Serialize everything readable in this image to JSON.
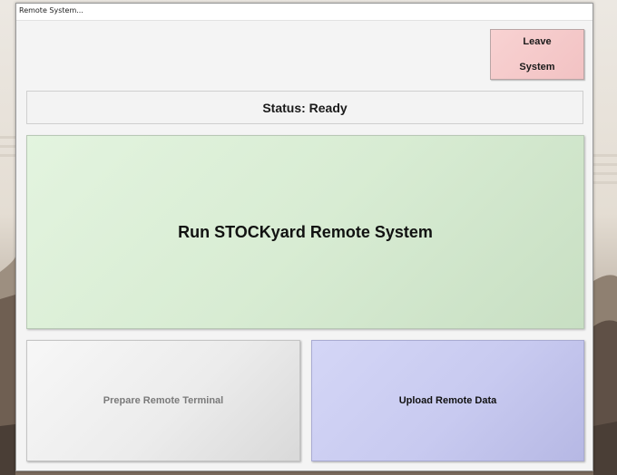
{
  "window": {
    "title": "Remote System..."
  },
  "toolbar": {
    "leave_line1": "Leave",
    "leave_line2": "System"
  },
  "status": {
    "text": "Status: Ready"
  },
  "main": {
    "run_label": "Run STOCKyard Remote System",
    "prepare_label": "Prepare Remote Terminal",
    "upload_label": "Upload Remote Data"
  },
  "colors": {
    "leave_button": "#f5cacb",
    "run_button": "#dcefd7",
    "prepare_button": "#ececec",
    "upload_button": "#c8caf0"
  }
}
